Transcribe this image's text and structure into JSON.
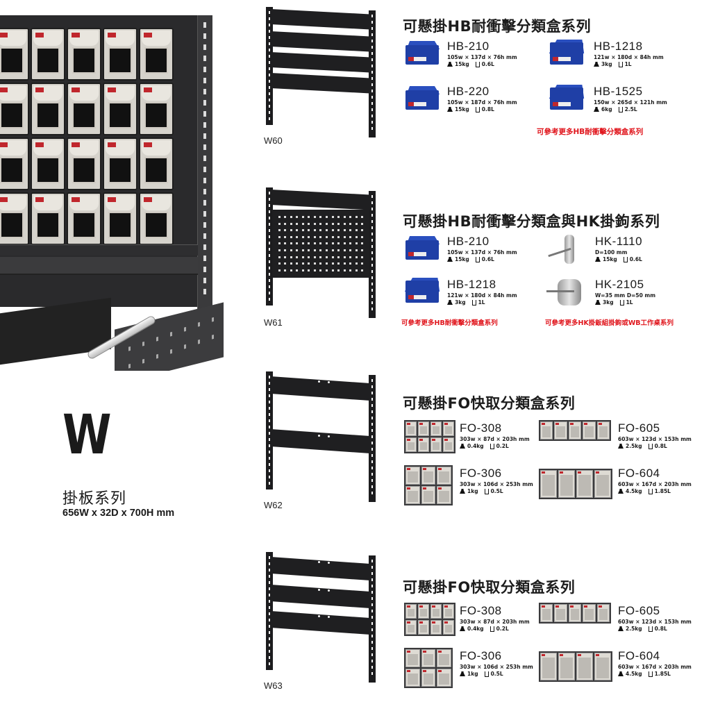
{
  "series": {
    "letter": "W",
    "name": "掛板系列",
    "dimensions": "656W x 32D x 700H mm"
  },
  "panels": [
    {
      "code": "W60",
      "type": "4 horizontal slats"
    },
    {
      "code": "W61",
      "type": "slat + pegboard"
    },
    {
      "code": "W62",
      "type": "2 horizontal rails"
    },
    {
      "code": "W63",
      "type": "3 horizontal rails"
    }
  ],
  "sections": [
    {
      "title": "可懸掛HB耐衝擊分類盒系列",
      "products": [
        {
          "name": "HB-210",
          "dims": "105w × 137d × 76h mm",
          "load": "15kg",
          "volume": "0.6L",
          "icon": "blue-bin"
        },
        {
          "name": "HB-1218",
          "dims": "121w × 180d × 84h mm",
          "load": "3kg",
          "volume": "1L",
          "icon": "blue-bin-tall"
        },
        {
          "name": "HB-220",
          "dims": "105w × 187d × 76h mm",
          "load": "15kg",
          "volume": "0.8L",
          "icon": "blue-bin"
        },
        {
          "name": "HB-1525",
          "dims": "150w × 265d × 121h mm",
          "load": "6kg",
          "volume": "2.5L",
          "icon": "blue-bin-tall"
        }
      ],
      "links": [
        {
          "text": "可參考更多HB耐衝擊分類盒系列",
          "color": "#e0151c"
        }
      ]
    },
    {
      "title": "可懸掛HB耐衝擊分類盒與HK掛鉤系列",
      "products": [
        {
          "name": "HB-210",
          "dims": "105w × 137d × 76h mm",
          "load": "15kg",
          "volume": "0.6L",
          "icon": "blue-bin"
        },
        {
          "name": "HK-1110",
          "dims": "D=100 mm",
          "load": "15kg",
          "volume": "0.6L",
          "icon": "hook"
        },
        {
          "name": "HB-1218",
          "dims": "121w × 180d × 84h mm",
          "load": "3kg",
          "volume": "1L",
          "icon": "blue-bin-tall"
        },
        {
          "name": "HK-2105",
          "dims": "W=35 mm  D=50 mm",
          "load": "3kg",
          "volume": "1L",
          "icon": "double-hook"
        }
      ],
      "links": [
        {
          "text": "可參考更多HB耐衝擊分類盒系列",
          "color": "#e0151c"
        },
        {
          "text": "可參考更多HK掛鈑組掛鉤或WB工作桌系列",
          "color": "#e0151c"
        }
      ]
    },
    {
      "title": "可懸掛FO快取分類盒系列",
      "products": [
        {
          "name": "FO-308",
          "dims": "303w × 87d × 203h mm",
          "load": "0.4kg",
          "volume": "0.2L",
          "icon": "flip-bin-4x2"
        },
        {
          "name": "FO-605",
          "dims": "603w × 123d × 153h mm",
          "load": "2.5kg",
          "volume": "0.8L",
          "icon": "flip-bin-5x1"
        },
        {
          "name": "FO-306",
          "dims": "303w × 106d × 253h mm",
          "load": "1kg",
          "volume": "0.5L",
          "icon": "flip-bin-3x2"
        },
        {
          "name": "FO-604",
          "dims": "603w × 167d × 203h mm",
          "load": "4.5kg",
          "volume": "1.85L",
          "icon": "flip-bin-4x1"
        }
      ],
      "links": []
    },
    {
      "title": "可懸掛FO快取分類盒系列",
      "products": [
        {
          "name": "FO-308",
          "dims": "303w × 87d × 203h mm",
          "load": "0.4kg",
          "volume": "0.2L",
          "icon": "flip-bin-4x2"
        },
        {
          "name": "FO-605",
          "dims": "603w × 123d × 153h mm",
          "load": "2.5kg",
          "volume": "0.8L",
          "icon": "flip-bin-5x1"
        },
        {
          "name": "FO-306",
          "dims": "303w × 106d × 253h mm",
          "load": "1kg",
          "volume": "0.5L",
          "icon": "flip-bin-3x2"
        },
        {
          "name": "FO-604",
          "dims": "603w × 167d × 203h mm",
          "load": "4.5kg",
          "volume": "1.85L",
          "icon": "flip-bin-4x1"
        }
      ],
      "links": []
    }
  ],
  "colors": {
    "link_red": "#e0151c",
    "panel_black": "#1f1f21",
    "bin_blue": "#1f3fa6",
    "label_red": "#c0272d"
  }
}
